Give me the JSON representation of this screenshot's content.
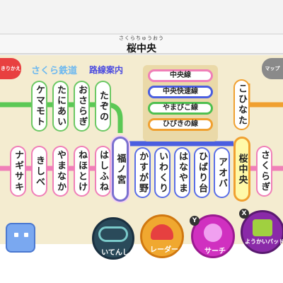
{
  "header": {
    "location_ruby": "さくらちゅうおう",
    "location_name": "桜中央"
  },
  "map": {
    "railway_name": "さくら鉄道",
    "route_guide_label": "路線案内",
    "left_button_label": "きりかえ",
    "right_button_label": "マップ",
    "legend": [
      {
        "label": "中央線",
        "color": "#f07fb8"
      },
      {
        "label": "中央快速線",
        "color": "#4a5ee0"
      },
      {
        "label": "やまびこ線",
        "color": "#4fc050"
      },
      {
        "label": "ひびきの線",
        "color": "#f0a030"
      }
    ],
    "upper_stations": [
      "ケマモト",
      "たにあい",
      "おさらぎ",
      "たぞの"
    ],
    "lower_stations": [
      "ナギサキ",
      "きしべ",
      "やまなか",
      "ねほとけ",
      "はしふね"
    ],
    "hub_station": "福ノ宮",
    "blue_stations": [
      "かすが野",
      "いわくり",
      "はなやま",
      "ひばり台",
      "アオバ"
    ],
    "current_station": "桜中央",
    "right_upper_station": "こひなた",
    "right_lower_station": "さくらぎ"
  },
  "bottom": {
    "btn1_label": "いてんし",
    "btn2_label": "レーダー",
    "btn3_label": "サーチ",
    "btn3_key": "Y",
    "btn4_label": "ようかいパッド",
    "btn4_key": "X"
  }
}
